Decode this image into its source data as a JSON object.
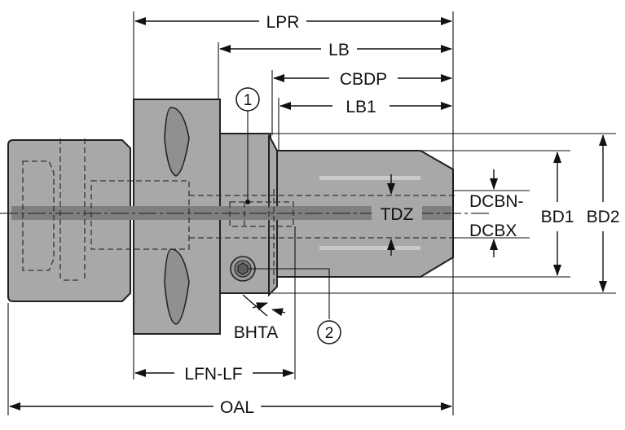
{
  "labels": {
    "lpr": "LPR",
    "lb": "LB",
    "cbdp": "CBDP",
    "lb1": "LB1",
    "tdz": "TDZ",
    "dcbn": "DCBN-",
    "dcbx": "DCBX",
    "bd1": "BD1",
    "bd2": "BD2",
    "bhta": "BHTA",
    "lfn_lf": "LFN-LF",
    "oal": "OAL"
  },
  "callouts": {
    "one": "1",
    "two": "2"
  },
  "colors": {
    "body": "#a7a8a8",
    "outline": "#222222"
  }
}
